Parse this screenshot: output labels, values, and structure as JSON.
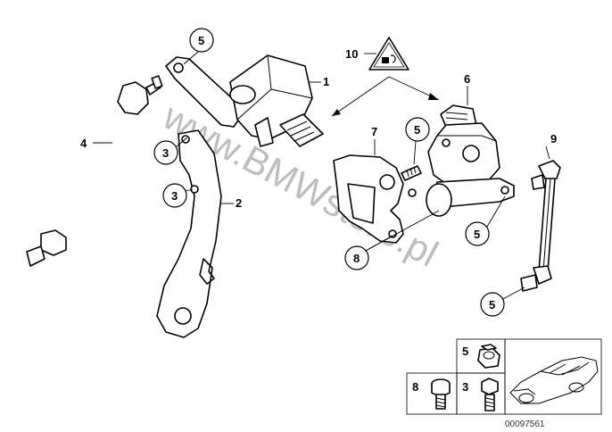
{
  "labels": {
    "part1": "1",
    "part2": "2",
    "part4": "4",
    "part6": "6",
    "part7": "7",
    "part9": "9",
    "part10": "10"
  },
  "bubbles": {
    "b5_top": "5",
    "b3_upper": "3",
    "b3_lower": "3",
    "b5_mid": "5",
    "b8": "8",
    "b5_right": "5",
    "b5_bottom": "5"
  },
  "legend": {
    "cell_nut_label": "5",
    "cell_screw_label": "8",
    "cell_bolt_label": "3"
  },
  "watermark": "www.BMWstore.pl",
  "reference_number": "00097561",
  "colors": {
    "line": "#000000",
    "watermark": "#bdbdbd",
    "background": "#ffffff"
  }
}
